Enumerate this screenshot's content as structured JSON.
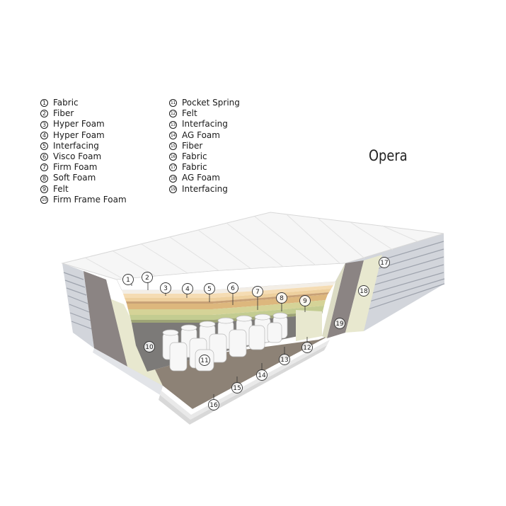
{
  "title": "Opera",
  "legend_left": [
    {
      "num": "1",
      "label": "Fabric"
    },
    {
      "num": "2",
      "label": "Fiber"
    },
    {
      "num": "3",
      "label": "Hyper Foam"
    },
    {
      "num": "4",
      "label": "Hyper Foam"
    },
    {
      "num": "5",
      "label": "Interfacing"
    },
    {
      "num": "6",
      "label": "Visco Foam"
    },
    {
      "num": "7",
      "label": "Firm Foam"
    },
    {
      "num": "8",
      "label": "Soft Foam"
    },
    {
      "num": "9",
      "label": "Felt"
    },
    {
      "num": "10",
      "label": "Firm Frame Foam"
    }
  ],
  "legend_right": [
    {
      "num": "11",
      "label": "Pocket Spring"
    },
    {
      "num": "12",
      "label": "Felt"
    },
    {
      "num": "13",
      "label": "Interfacing"
    },
    {
      "num": "14",
      "label": "AG Foam"
    },
    {
      "num": "15",
      "label": "Fiber"
    },
    {
      "num": "16",
      "label": "Fabric"
    },
    {
      "num": "17",
      "label": "Fabric"
    },
    {
      "num": "18",
      "label": "AG Foam"
    },
    {
      "num": "19",
      "label": "Interfacing"
    }
  ],
  "callouts": [
    "1",
    "2",
    "3",
    "4",
    "5",
    "6",
    "7",
    "8",
    "9",
    "10",
    "11",
    "12",
    "13",
    "14",
    "15",
    "16",
    "17",
    "18",
    "19"
  ],
  "colors": {
    "fabric": "#f3f3f3",
    "side_stripe": "#c9ccd2",
    "frame_foam": "#e8e8cf",
    "interfacing": "#8c8584",
    "base": "#8f8478",
    "visco": "#ddb77d",
    "hyper": "#f2d6a8",
    "firm": "#cfd08f",
    "soft": "#bfc98e",
    "spring": "#f5f5f5"
  }
}
